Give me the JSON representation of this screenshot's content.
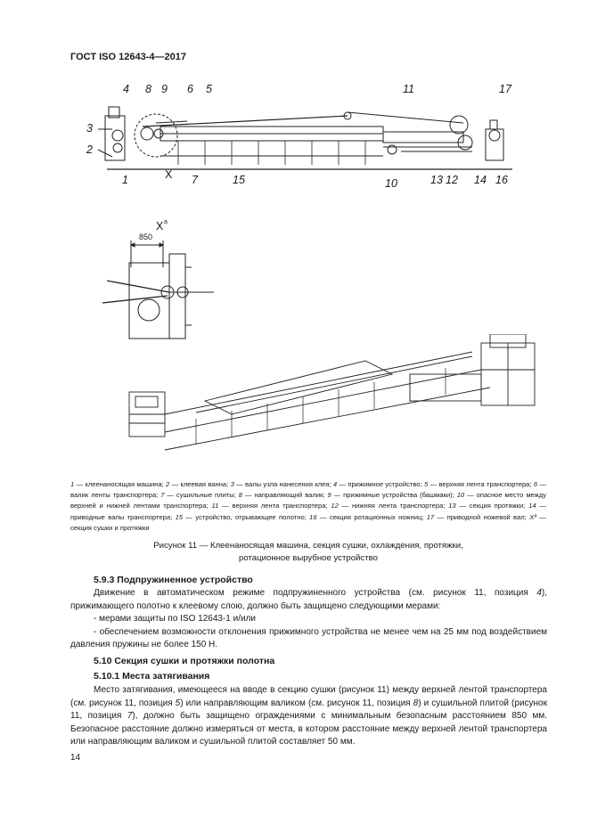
{
  "header": {
    "standard": "ГОСТ ISO 12643-4—2017"
  },
  "figure": {
    "top_labels": [
      "4",
      "8",
      "9",
      "6",
      "5",
      "11",
      "17",
      "3",
      "2",
      "1",
      "X",
      "7",
      "15",
      "10",
      "13",
      "12",
      "14",
      "16"
    ],
    "detail_label": "X",
    "detail_superscript": "a",
    "dimension": "850",
    "legend": [
      {
        "num": "1",
        "text": " — клеенаносящая машина; "
      },
      {
        "num": "2",
        "text": " — клеевая ванна; "
      },
      {
        "num": "3",
        "text": " — валы узла нанесения клея; "
      },
      {
        "num": "4",
        "text": " — прижимное устройство; "
      },
      {
        "num": "5",
        "text": " — верхняя лента транспортера; "
      },
      {
        "num": "6",
        "text": " — валик ленты транспортера; "
      },
      {
        "num": "7",
        "text": " — сушильные плиты; "
      },
      {
        "num": "8",
        "text": " — направляющий валик; "
      },
      {
        "num": "9",
        "text": " — прижимные устройства (башмаки); "
      },
      {
        "num": "10",
        "text": " — опасное место между верхней и нижней лентами транспортера; "
      },
      {
        "num": "11",
        "text": " — верхняя лента транспортера; "
      },
      {
        "num": "12",
        "text": " — нижняя лента транспортера; "
      },
      {
        "num": "13",
        "text": " — секция протяжки; "
      },
      {
        "num": "14",
        "text": " — приводные валы транспортера; "
      },
      {
        "num": "15",
        "text": " — устройство, отрывающее полотно; "
      },
      {
        "num": "16",
        "text": " — секция ротационных ножниц; "
      },
      {
        "num": "17",
        "text": " — приводной ножевой вал; "
      },
      {
        "num": "Xª",
        "text": " — секция сушки и протяжки"
      }
    ],
    "caption_line1": "Рисунок 11 — Клеенаносящая машина, секция сушки, охлаждения, протяжки,",
    "caption_line2": "ротационное вырубное устройство"
  },
  "section_593": {
    "heading": "5.9.3 Подпружиненное устройство",
    "p1_a": "Движение в автоматическом режиме подпружиненного устройства (см. рисунок 11, позиция ",
    "p1_b": "4",
    "p1_c": "), прижимающего полотно к клеевому слою, должно быть защищено следующими мерами:",
    "item1": "- мерами защиты по ISO 12643-1 и/или",
    "item2": "- обеспечением возможности отклонения прижимного устройства не менее чем на 25 мм под воздействием давления пружины не более 150 Н."
  },
  "section_510": {
    "heading": "5.10 Секция сушки и протяжки полотна",
    "sub_heading": "5.10.1 Места затягивания",
    "p_a": "Место затягивания, имеющееся на вводе в секцию сушки (рисунок 11) между верхней лентой транспортера (см. рисунок 11, позиция ",
    "p_b": "5",
    "p_c": ") или направляющим валиком (см. рисунок 11, позиция ",
    "p_d": "8",
    "p_e": ") и сушильной плитой (рисунок 11, позиция ",
    "p_f": "7",
    "p_g": "), должно быть защищено ограждениями с минимальным безопасным расстоянием 850 мм. Безопасное расстояние должно измеряться от места, в котором расстояние между верхней лентой транспортера или направляющим валиком и сушильной плитой составляет 50 мм."
  },
  "page_number": "14"
}
